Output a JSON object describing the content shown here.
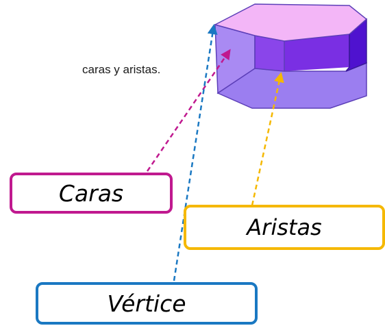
{
  "intro": {
    "text": "caras y aristas."
  },
  "labels": {
    "caras": "Caras",
    "aristas": "Aristas",
    "vertice": "Vértice"
  },
  "colors": {
    "caras": "#c0198f",
    "aristas": "#f5b800",
    "vertice": "#1a78c2",
    "prism_top": "#f0b0f5",
    "prism_side": "#9b6df0",
    "prism_dark": "#5a17d6"
  }
}
